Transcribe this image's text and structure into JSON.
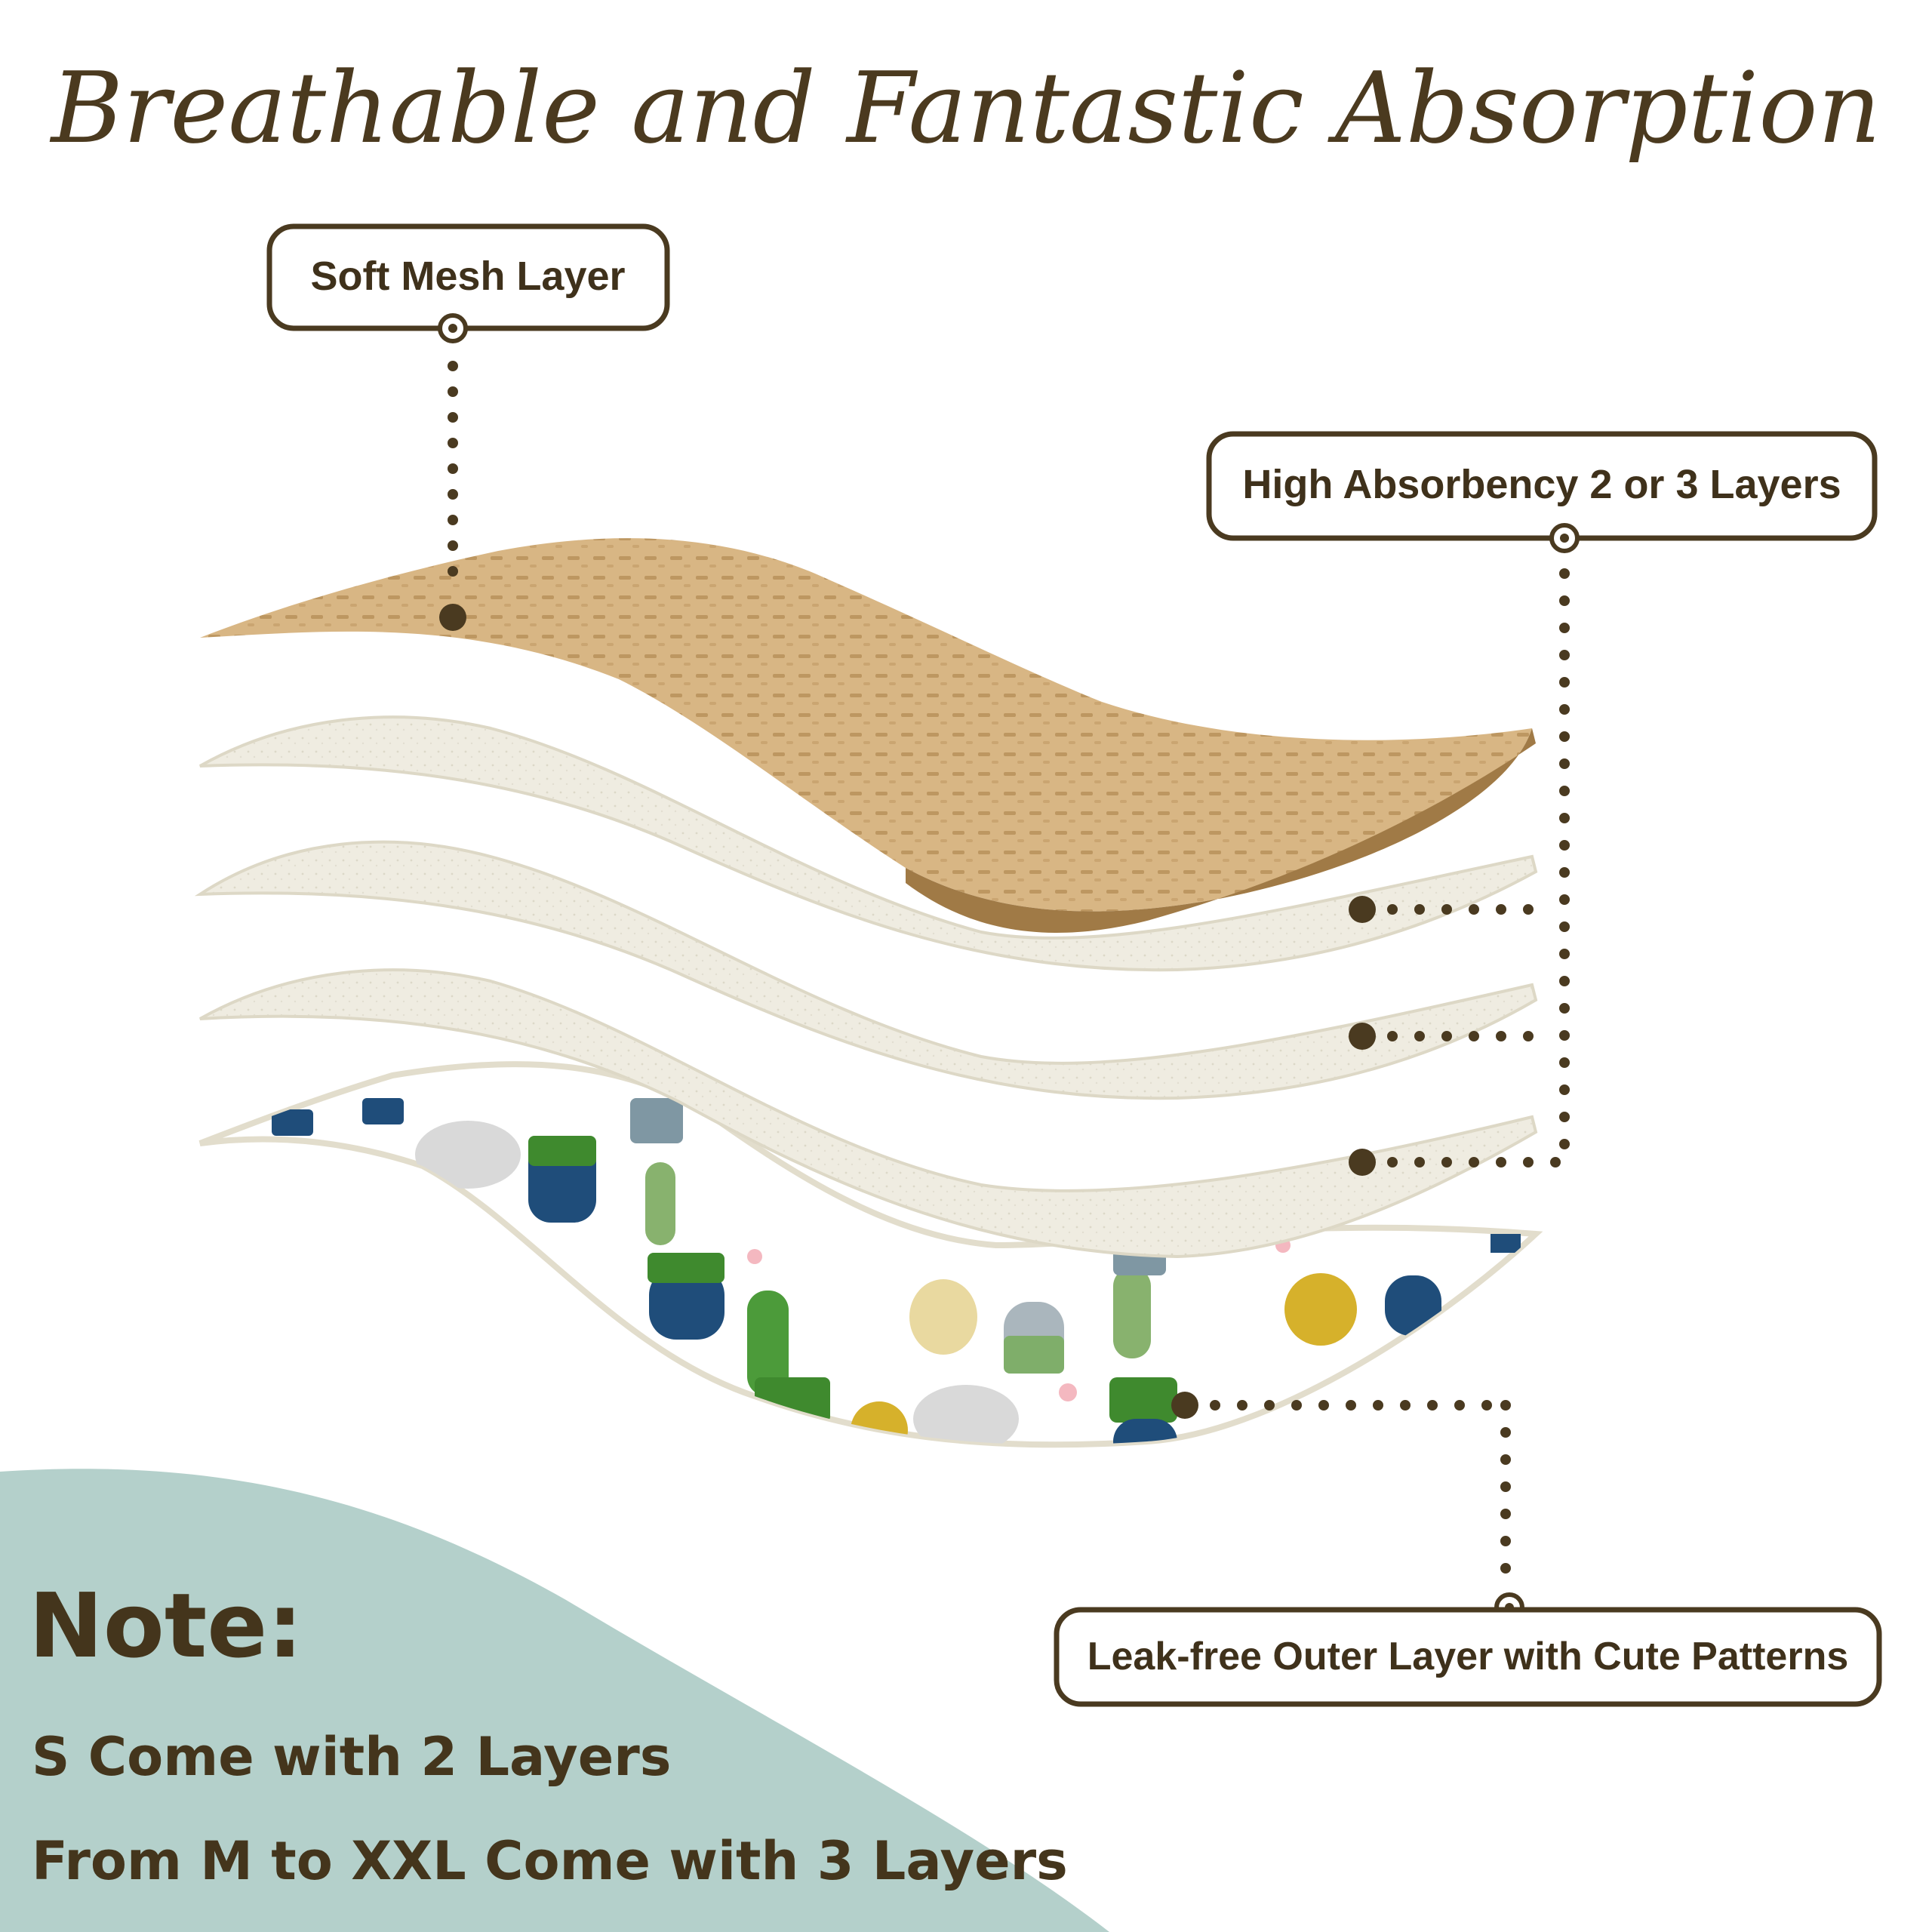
{
  "title": "Breathable and Fantastic Absorption",
  "callouts": {
    "soft_mesh": "Soft Mesh Layer",
    "absorbency": "High Absorbency 2 or 3 Layers",
    "outer": "Leak-free Outer Layer with Cute Patterns"
  },
  "note": {
    "heading": "Note:",
    "lines": [
      "S Come with 2 Layers",
      "From M to XXL Come with 3 Layers"
    ]
  },
  "colors": {
    "text_brown": "#4b3a1f",
    "mesh_tan": "#d9b886",
    "insert_cream": "#efece0",
    "note_bg": "#b4d0cb"
  }
}
